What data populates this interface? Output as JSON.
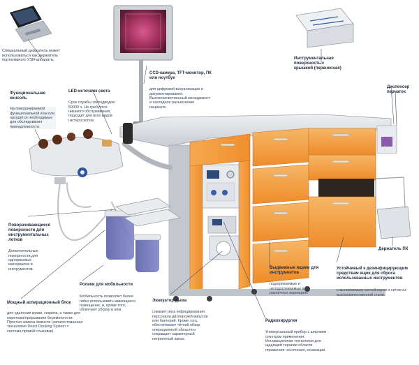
{
  "labels": {
    "ultrasound_holder": "Специальный держатель может использоваться как держатель портативного УЗИ-аппарата.",
    "functional_console": {
      "title": "Функциональная консоль",
      "desc": "На поворачиваемой функциональной консоли находятся необходимые для обследования принадлежности."
    },
    "led_light": {
      "title": "LED-источник света",
      "desc": "Срок службы светодиодов 50000 ч. Не требуется никакого обслуживания, подходит для всех видов гистероскопов."
    },
    "ccd_camera": {
      "title": "CCD-камера, TFT-монитор, ПК или ноутбук",
      "desc": "для цифровой визуализации и документирования. Высококачественный менеджмент и наглядное разъяснение пациенте."
    },
    "instrument_surface": {
      "title": "Инструментальная поверхность с крышкой (переносная)"
    },
    "glove_dispenser": {
      "title": "Диспенсер перчаток"
    },
    "rotating_surfaces": {
      "title": "Поворачивающиеся поверхности для инструментальных лотков",
      "desc": "Дополнительные поверхности для одноразовых материалов и инструментов."
    },
    "pc_holder": {
      "title": "Держатель ПК"
    },
    "drawers": {
      "title": "Выдвижные ящики для инструментов",
      "desc": "подогреваемые и неподогреваемые в различных вариациях"
    },
    "disinfection_box": {
      "title": "Устойчивый к дезинфицирующим средствам ящик для сброса использованных инструментов",
      "desc": "с вынимаемым контейнером и ситом из высококачественной стали."
    },
    "aspiration_unit": {
      "title": "Мощный аспирационный блок",
      "desc": "для удаления крови, секрета, а также для кюретажа/прерывания беременности. Простая замена ёмкости (запатентованная технология Direct Docking System = система прямой стыковки)."
    },
    "mobility_rollers": {
      "title": "Ролики для мобильности",
      "desc": "Мобильность позволяет более гибко использовать имеющееся помещение, и, кроме того, облегчает уборку в нём."
    },
    "smoke_evacuator": {
      "title": "Эвакуатор дыма",
      "desc": "снижает риск инфицирования персонала дисперсией вирусов или бактерий. Кроме того, обеспечивает чёткий обзор операционной области и сокращает характерный неприятный запах."
    },
    "radiosurgery": {
      "title": "Радиохирургия",
      "desc": "Универсальный прибор с широким спектром применения. Инновационная технология для щадящей терапии области поражения: иссечения, конизации."
    }
  },
  "colors": {
    "cabinet_orange": "#f39a3a",
    "cabinet_light": "#f7b865",
    "worktop_gray": "#d7dbe0",
    "body_gray": "#c9cdd3",
    "text": "#28384c"
  },
  "icons": [
    "ultrasound-device-illustration",
    "monitor-illustration",
    "instrument-tray-illustration",
    "glove-dispenser-illustration",
    "aspiration-bottles-illustration",
    "pc-holder-illustration"
  ]
}
